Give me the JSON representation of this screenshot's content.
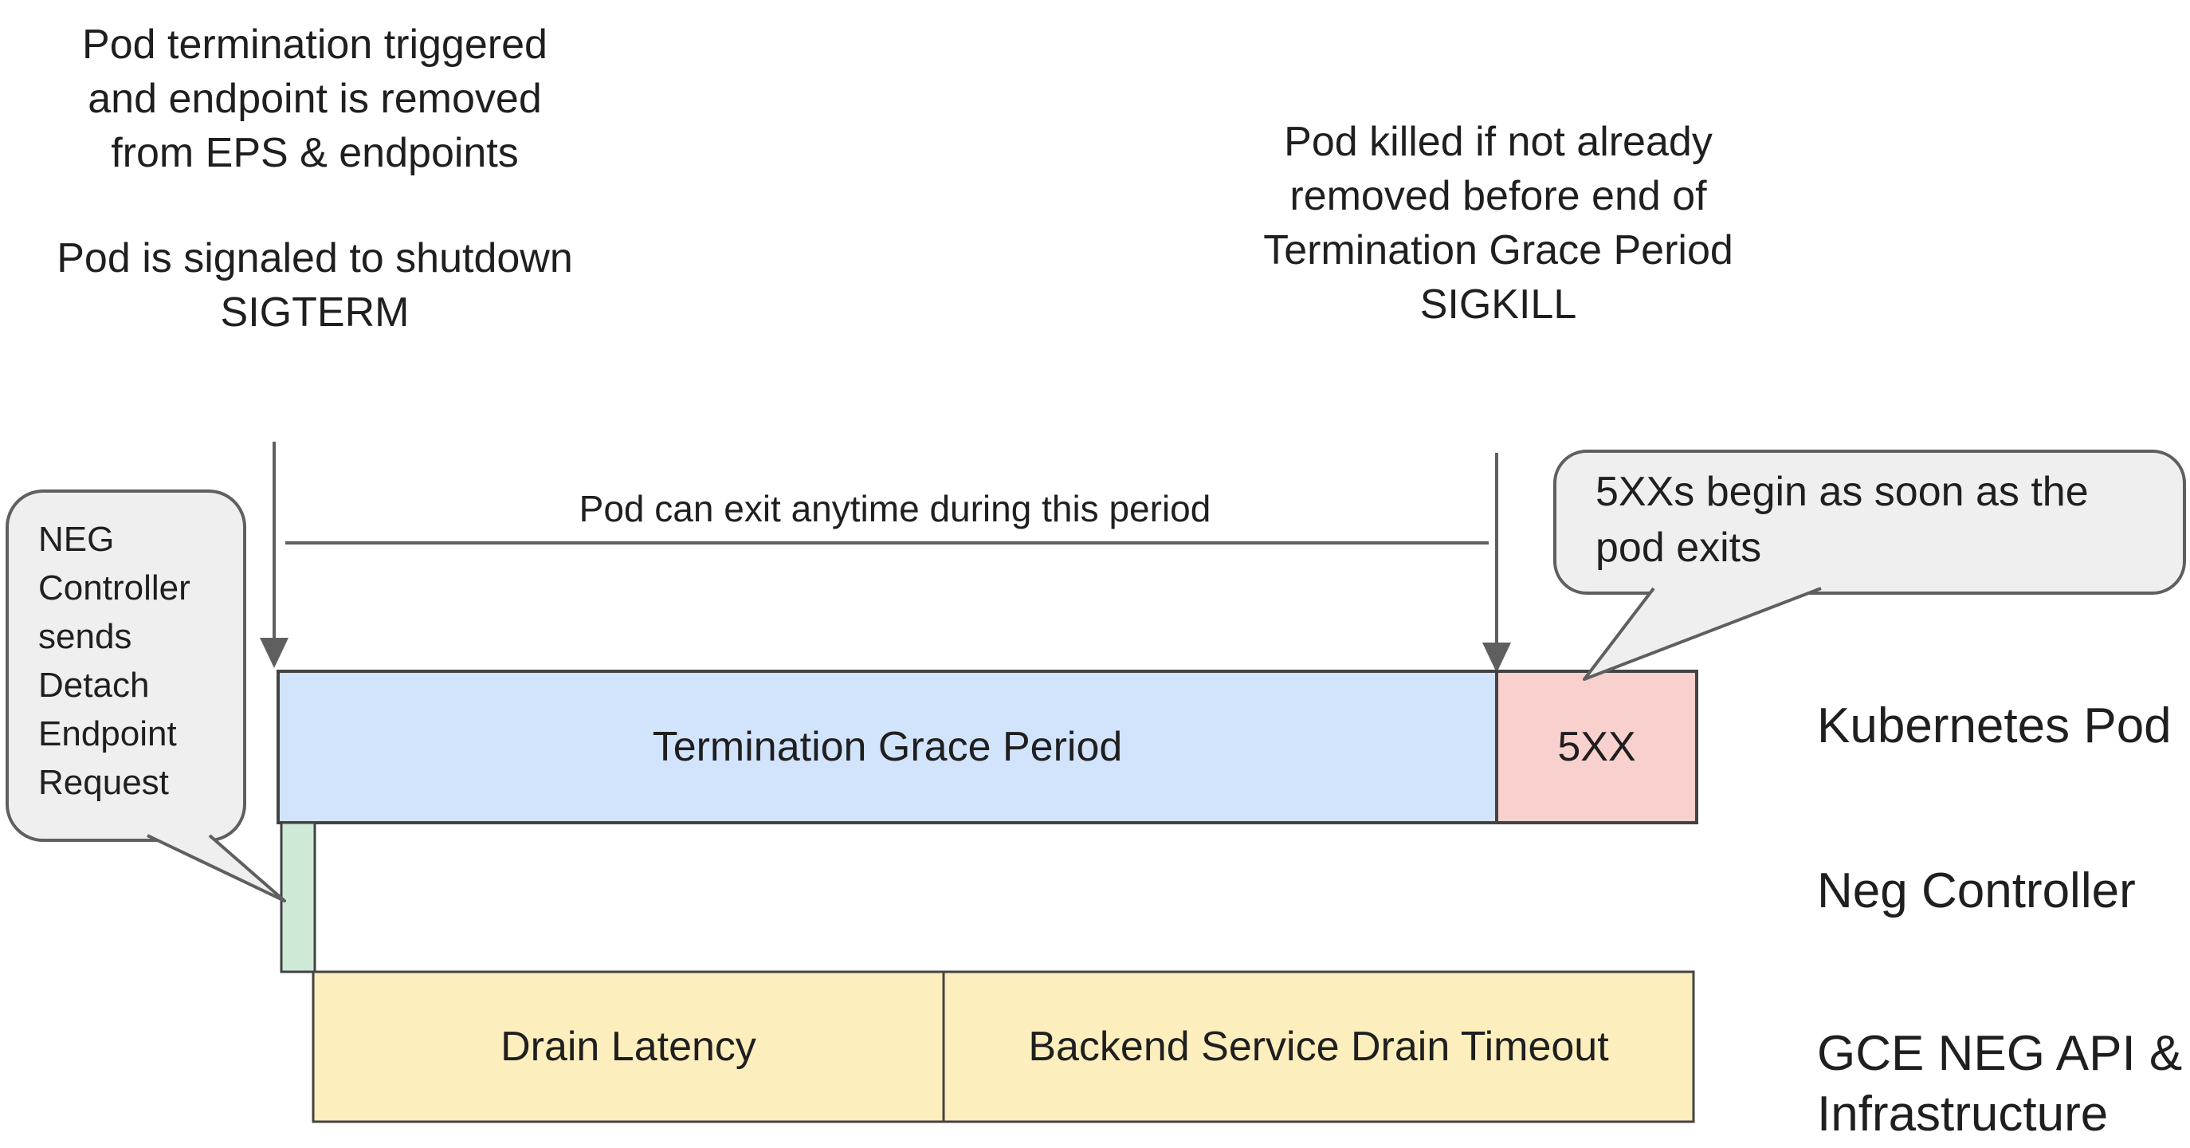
{
  "colors": {
    "background": "#ffffff",
    "text": "#1f1f1f",
    "bar_border": "#434343",
    "line": "#5f5f5f",
    "grace_period_fill": "#d2e3fc",
    "error_5xx_fill": "#f8d0cd",
    "neg_controller_fill": "#cfe9d7",
    "infra_fill": "#fdeebd",
    "callout_fill": "#efefef"
  },
  "annotations": {
    "termination_trigger": {
      "lines": [
        "Pod termination triggered",
        "and endpoint is removed",
        "from EPS & endpoints"
      ]
    },
    "sigterm": {
      "lines": [
        "Pod is signaled to shutdown",
        "SIGTERM"
      ]
    },
    "sigkill": {
      "lines": [
        "Pod killed if not already",
        "removed before end of",
        "Termination Grace Period",
        "SIGKILL"
      ]
    },
    "exit_period_label": "Pod can exit anytime during this period"
  },
  "callouts": {
    "neg_controller": {
      "lines": [
        "NEG",
        "Controller",
        "sends",
        "Detach",
        "Endpoint",
        "Request"
      ]
    },
    "five_xx": {
      "lines": [
        "5XXs begin as soon as the",
        "pod exits"
      ]
    }
  },
  "timeline_bars": {
    "kubernetes_pod": {
      "grace_period_label": "Termination Grace Period",
      "error_label": "5XX"
    },
    "gce_infra": {
      "drain_latency_label": "Drain Latency",
      "drain_timeout_label": "Backend Service Drain Timeout"
    }
  },
  "row_labels": {
    "kubernetes_pod": "Kubernetes Pod",
    "neg_controller": "Neg Controller",
    "gce_infra": {
      "lines": [
        "GCE NEG API &",
        "Infrastructure"
      ]
    }
  }
}
